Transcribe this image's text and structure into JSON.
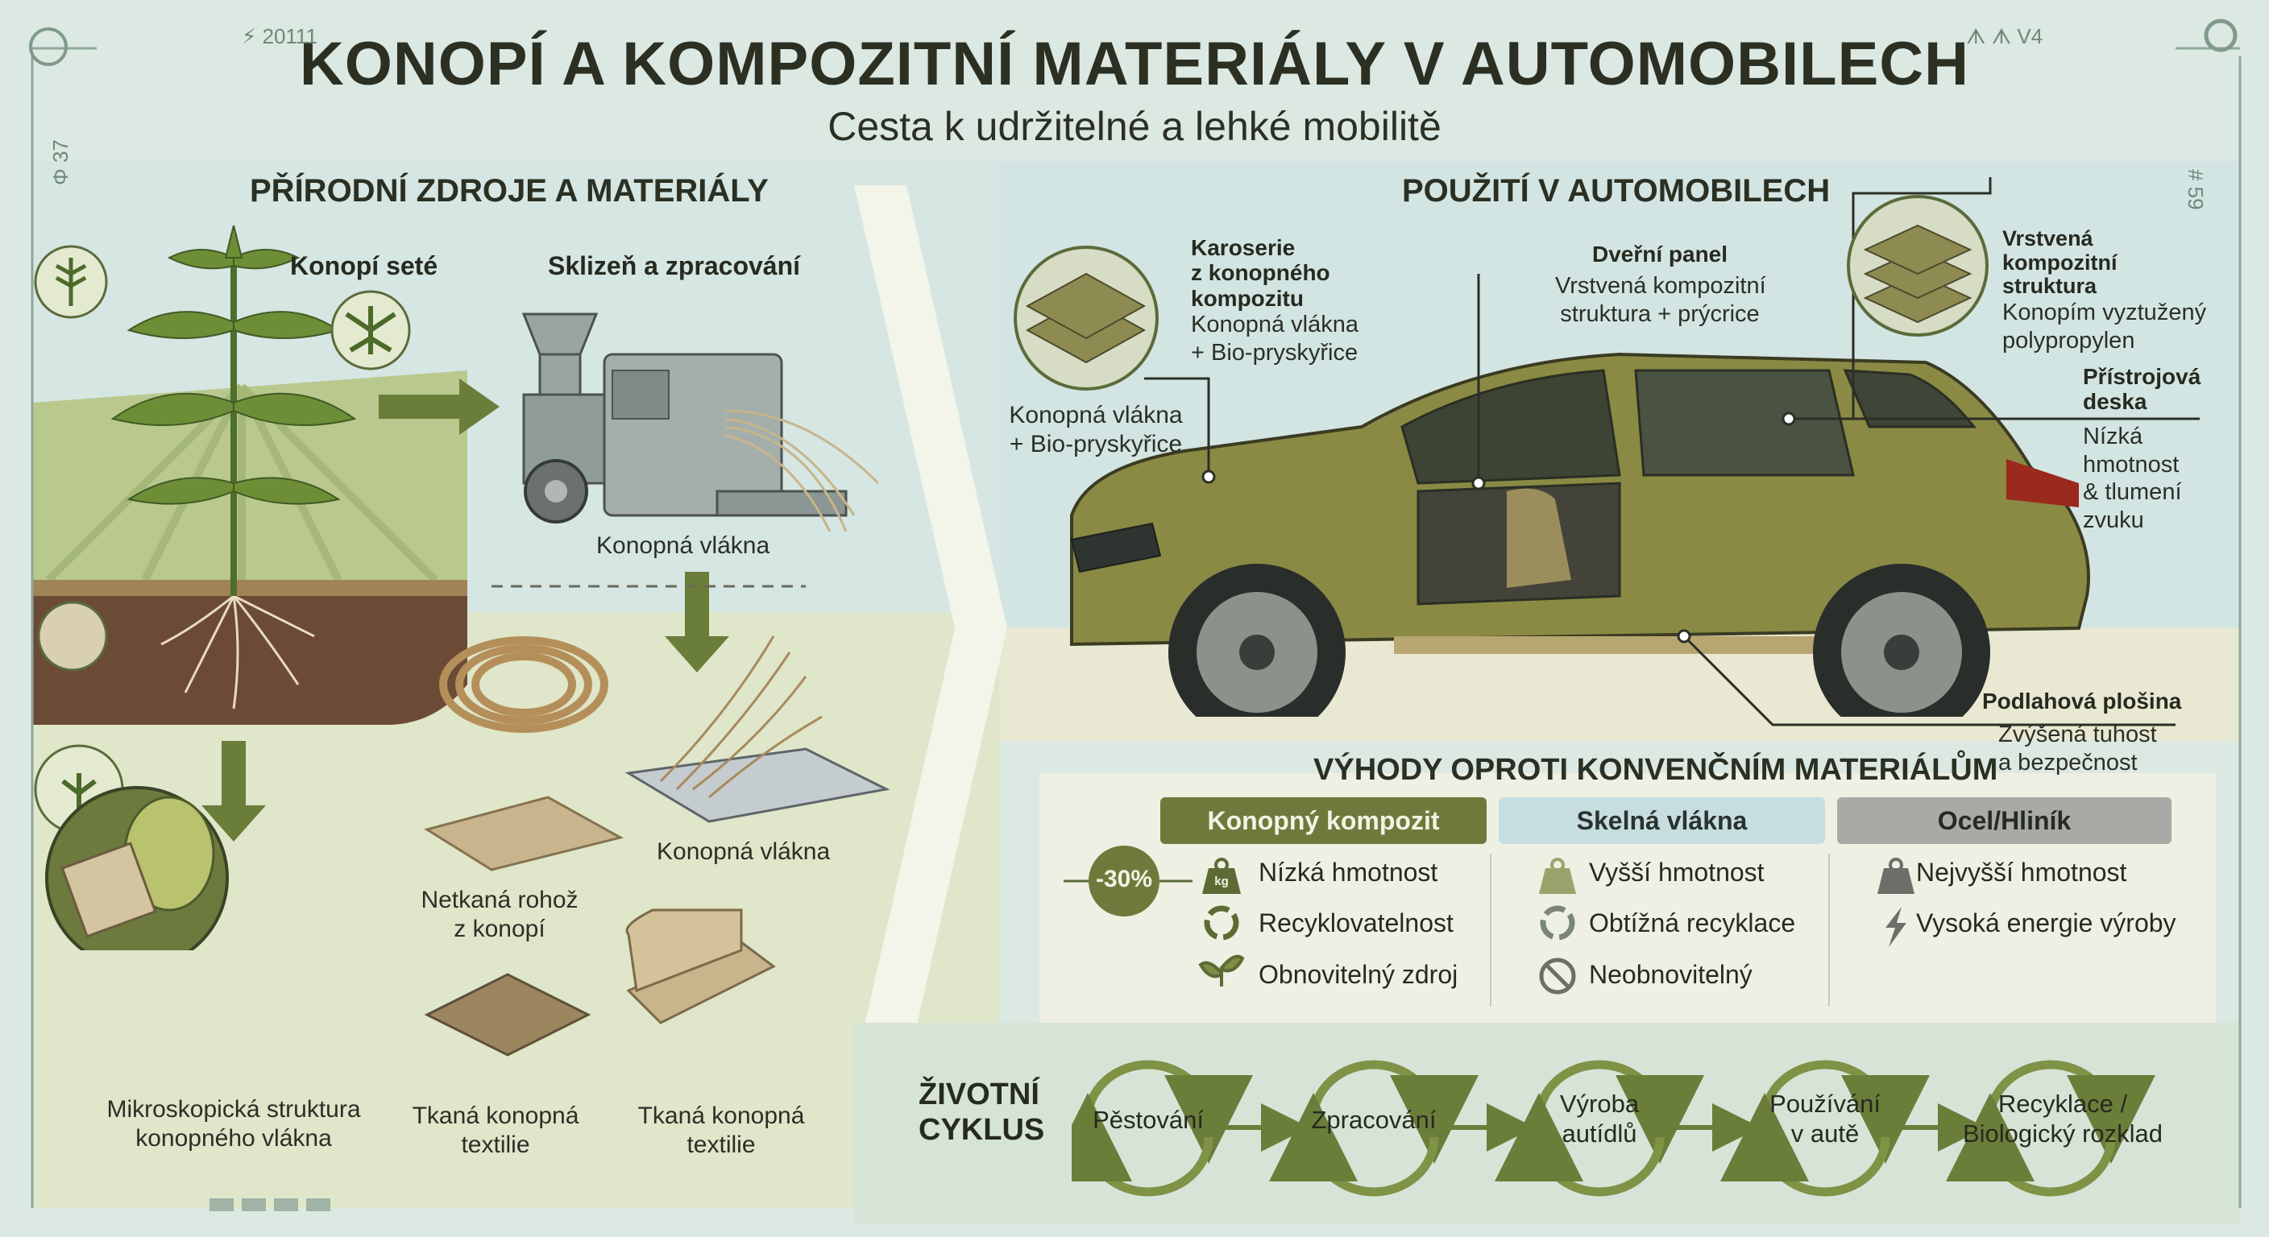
{
  "header": {
    "title": "KONOPÍ A KOMPOZITNÍ MATERIÁLY V AUTOMOBILECH",
    "subtitle": "Cesta k udržitelné a lehké mobilitě"
  },
  "deco": {
    "top_left": "⚡ 20111",
    "top_right": "ᗑ ᗑ V4",
    "left_side": "Φ 37",
    "right_side": "# 59"
  },
  "left": {
    "heading": "PŘÍRODNÍ ZDROJE A MATERIÁLY",
    "plant_label": "Konopí seté",
    "harvest_label": "Sklizeň a zpracování",
    "fibers_label_1": "Konopná vlákna",
    "fibers_label_2": "Konopná vlákna",
    "nonwoven_label": [
      "Netkaná rohož",
      "z konopí"
    ],
    "micro_label": [
      "Mikroskopická struktura",
      "konopného vlákna"
    ],
    "woven_label_1": [
      "Tkaná konopná",
      "textilie"
    ],
    "woven_label_2": [
      "Tkaná konopná",
      "textilie"
    ]
  },
  "right": {
    "heading": "POUŽITÍ V AUTOMOBILECH",
    "callouts": {
      "body": {
        "title": [
          "Karoserie",
          "z konopného",
          "kompozitu"
        ],
        "desc": [
          "Konopná vlákna",
          "+ Bio-pryskyřice"
        ]
      },
      "body_sample": [
        "Konopná vlákna",
        "+ Bio-pryskyřice"
      ],
      "door": {
        "title": "Dveřní panel",
        "desc": [
          "Vrstvená kompozitní",
          "struktura + prýcrice"
        ]
      },
      "layered": {
        "title": [
          "Vrstvená",
          "kompozitní",
          "struktura"
        ],
        "desc": [
          "Konopím vyztužený",
          "polypropylen"
        ]
      },
      "dashboard": {
        "title": [
          "Přístrojová",
          "deska"
        ],
        "desc": [
          "Nízká",
          "hmotnost",
          "& tlumení",
          "zvuku"
        ]
      },
      "floor": {
        "title": "Podlahová plošina",
        "desc": [
          "Zvýšená tuhost",
          "a bezpečnost"
        ]
      }
    }
  },
  "advantages": {
    "heading": "VÝHODY OPROTI KONVENČNÍM MATERIÁLŮM",
    "badge": "-30%",
    "kg_label": "kg",
    "columns": [
      {
        "name": "Konopný kompozit",
        "items": [
          "Nízká hmotnost",
          "Recyklovatelnost",
          "Obnovitelný zdroj"
        ]
      },
      {
        "name": "Skelná vlákna",
        "items": [
          "Vyšší hmotnost",
          "Obtížná recyklace",
          "Neobnovitelný"
        ]
      },
      {
        "name": "Ocel/Hliník",
        "items": [
          "Nejvyšší hmotnost",
          "Vysoká energie výroby"
        ]
      }
    ],
    "colors": {
      "hemp": "#6e7a3c",
      "glass": "#c6dee0",
      "steel": "#a9aaa6"
    }
  },
  "lifecycle": {
    "heading": [
      "ŽIVOTNÍ",
      "CYKLUS"
    ],
    "steps": [
      [
        "Pěstování"
      ],
      [
        "Zpracování"
      ],
      [
        "Výroba",
        "autídlů"
      ],
      [
        "Používání",
        "v autě"
      ],
      [
        "Recyklace /",
        "Biologický rozklad"
      ]
    ]
  }
}
